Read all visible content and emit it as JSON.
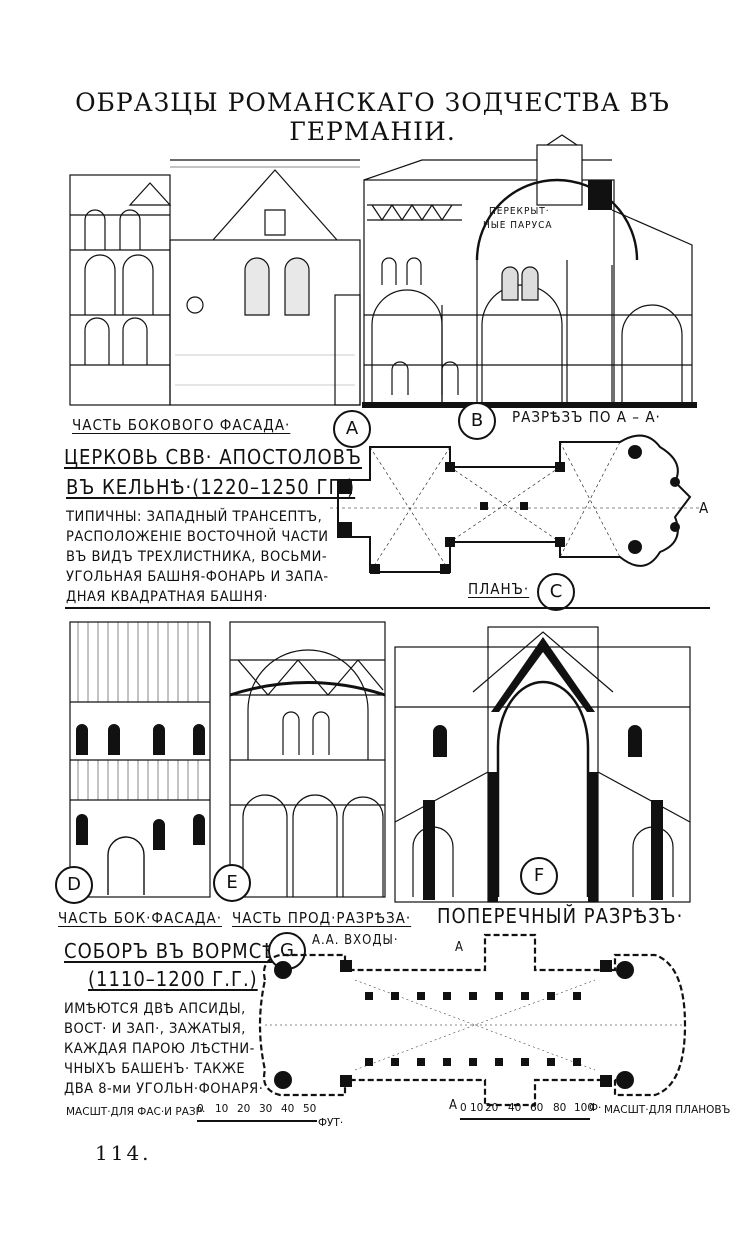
{
  "page_title": "ОБРАЗЦЫ РОМАНСКАГО ЗОДЧЕСТВА ВЪ ГЕРМАНІИ.",
  "top_section": {
    "label_a": "ЧАСТЬ БОКОВОГО ФАСАДА·",
    "label_b": "РАЗРѢЗЪ ПО А – А·",
    "label_c": "ПЛАНЪ·",
    "annotation_b": [
      "ПЕРЕКРЫТ·",
      "НЫЕ ПАРУСА"
    ],
    "church_title_line1": "ЦЕРКОВЬ СВВ· АПОСТОЛОВЪ",
    "church_title_line2": "ВЪ КЕЛЬНѢ·(1220–1250 ГГ.)",
    "description": [
      "ТИПИЧНЫ: ЗАПАДНЫЙ ТРАНСЕПТЪ,",
      "РАСПОЛОЖЕНІЕ ВОСТОЧНОЙ ЧАСТИ",
      "ВЪ ВИДЪ ТРЕХЛИСТНИКА, ВОСЬМИ-",
      "УГОЛЬНАЯ БАШНЯ-ФОНАРЬ И ЗАПА-",
      "ДНАЯ КВАДРАТНАЯ БАШНЯ·"
    ],
    "plan_marker_a": "А",
    "badges": [
      "A",
      "B",
      "C"
    ]
  },
  "bottom_section": {
    "label_d": "ЧАСТЬ БОК·ФАСАДА·",
    "label_e": "ЧАСТЬ ПРОД·РАЗРѢЗА·",
    "label_f": "ПОПЕРЕЧНЫЙ РАЗРѢЗЪ·",
    "entrances_label": "А.А. ВХОДЫ·",
    "plan_marker_a": "А",
    "cathedral_title_line1": "СОБОРЪ ВЪ ВОРМСѢ·",
    "cathedral_title_line2": "(1110–1200 Г.Г.)",
    "description": [
      "ИМѢЮТСЯ ДВѢ АПСИДЫ,",
      "ВОСТ· И ЗАП·, ЗАЖАТЫЯ,",
      "КАЖДАЯ ПАРОЮ ЛѢСТНИ-",
      "ЧНЫХЪ БАШЕНЪ· ТАКЖЕ",
      "ДВА 8-ми УГОЛЬН·ФОНАРЯ·"
    ],
    "badges": [
      "D",
      "E",
      "F",
      "G"
    ],
    "scale_left_label": "МАСШТ·ДЛЯ ФАС·И РАЗР·",
    "scale_left_ticks": [
      "0",
      "10",
      "20",
      "30",
      "40",
      "50"
    ],
    "scale_left_unit": "ФУТ·",
    "scale_right_ticks": [
      "0",
      "10",
      "20",
      "40",
      "60",
      "80",
      "100"
    ],
    "scale_right_unit": "Ф·",
    "scale_right_label": "МАСШТ·ДЛЯ ПЛАНОВЪ"
  },
  "page_number": "114."
}
